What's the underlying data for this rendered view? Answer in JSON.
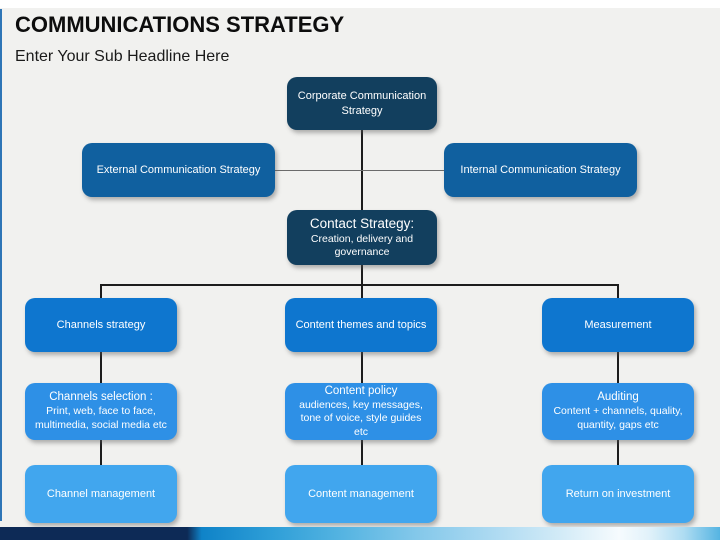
{
  "slide": {
    "title": "COMMUNICATIONS STRATEGY",
    "subtitle": "Enter Your Sub Headline Here"
  },
  "colors": {
    "dark_navy_box": "#123f5e",
    "medium_blue_box": "#10609f",
    "bright_blue_box": "#0e76cf",
    "light_blue_box": "#2e90e6",
    "lighter_blue_box": "#41a6ee",
    "left_accent_bar": "#2e75b6",
    "footer_bar_navy": "#0d2a56",
    "footer_bar_blue": "#2f9fd8",
    "background": "#f1f1ef"
  },
  "diagram": {
    "root": {
      "label": "Corporate Communication Strategy"
    },
    "level2": [
      {
        "label": "External Communication Strategy"
      },
      {
        "label": "Internal Communication Strategy"
      }
    ],
    "contact": {
      "title": "Contact Strategy:",
      "body": "Creation, delivery and governance"
    },
    "columns": [
      {
        "header": "Channels strategy",
        "detail_title": "Channels selection :",
        "detail_body": "Print, web, face to face, multimedia, social media etc",
        "footer": "Channel management"
      },
      {
        "header": "Content themes and topics",
        "detail_title": "Content policy",
        "detail_body": "audiences, key messages, tone of voice, style guides etc",
        "footer": "Content management"
      },
      {
        "header": "Measurement",
        "detail_title": "Auditing",
        "detail_body": "Content + channels, quality, quantity, gaps etc",
        "footer": "Return on investment"
      }
    ]
  }
}
